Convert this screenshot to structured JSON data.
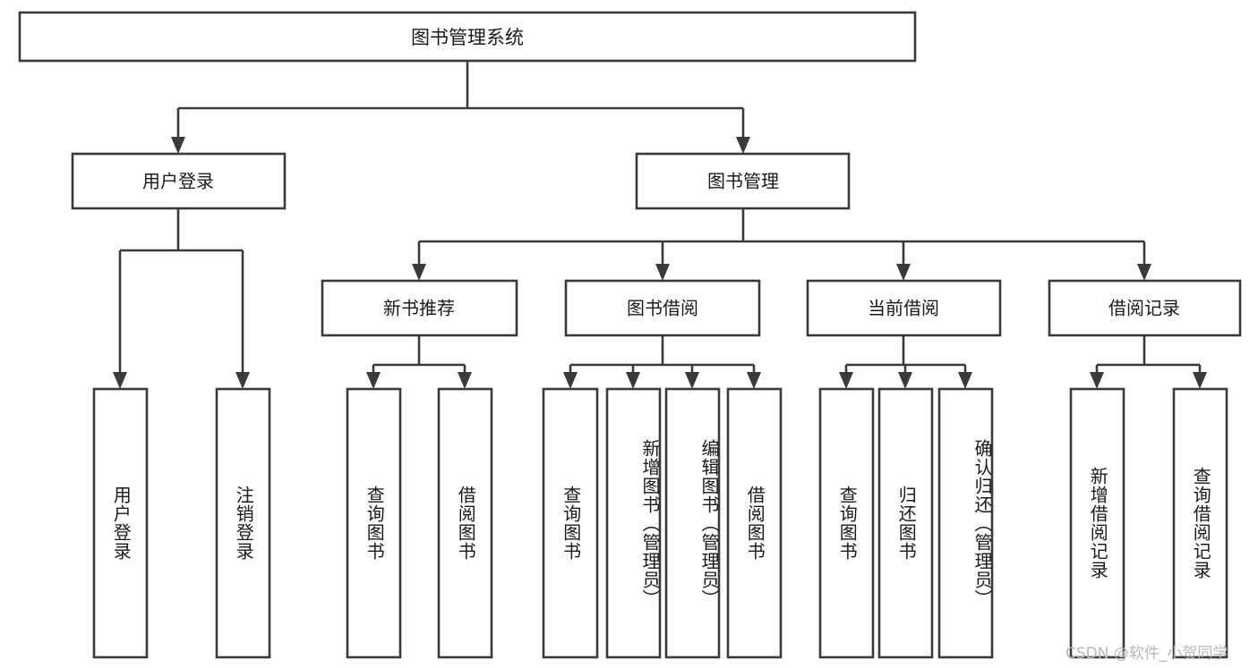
{
  "diagram": {
    "type": "hierarchy-tree",
    "title": "图书管理系统",
    "watermark": "CSDN @软件_小贺同学",
    "colors": {
      "stroke": "#3a3a3a",
      "fill": "#ffffff",
      "text": "#1a1a1a",
      "watermark": "#b9b9b9",
      "background": "#ffffff"
    },
    "levels": {
      "root": {
        "label": "图书管理系统"
      },
      "level2": [
        {
          "label": "用户登录"
        },
        {
          "label": "图书管理"
        }
      ],
      "level3": [
        {
          "label": "新书推荐"
        },
        {
          "label": "图书借阅"
        },
        {
          "label": "当前借阅"
        },
        {
          "label": "借阅记录"
        }
      ],
      "leaves": {
        "user_login": [
          {
            "label": "用户登录"
          },
          {
            "label": "注销登录"
          }
        ],
        "new_book_recommend": [
          {
            "label": "查询图书"
          },
          {
            "label": "借阅图书"
          }
        ],
        "book_borrow": [
          {
            "label": "查询图书"
          },
          {
            "label": "新增图书（管理员）"
          },
          {
            "label": "编辑图书（管理员）"
          },
          {
            "label": "借阅图书"
          }
        ],
        "current_borrow": [
          {
            "label": "查询图书"
          },
          {
            "label": "归还图书"
          },
          {
            "label": "确认归还（管理员）"
          }
        ],
        "borrow_record": [
          {
            "label": "新增借阅记录"
          },
          {
            "label": "查询借阅记录"
          }
        ]
      }
    }
  }
}
